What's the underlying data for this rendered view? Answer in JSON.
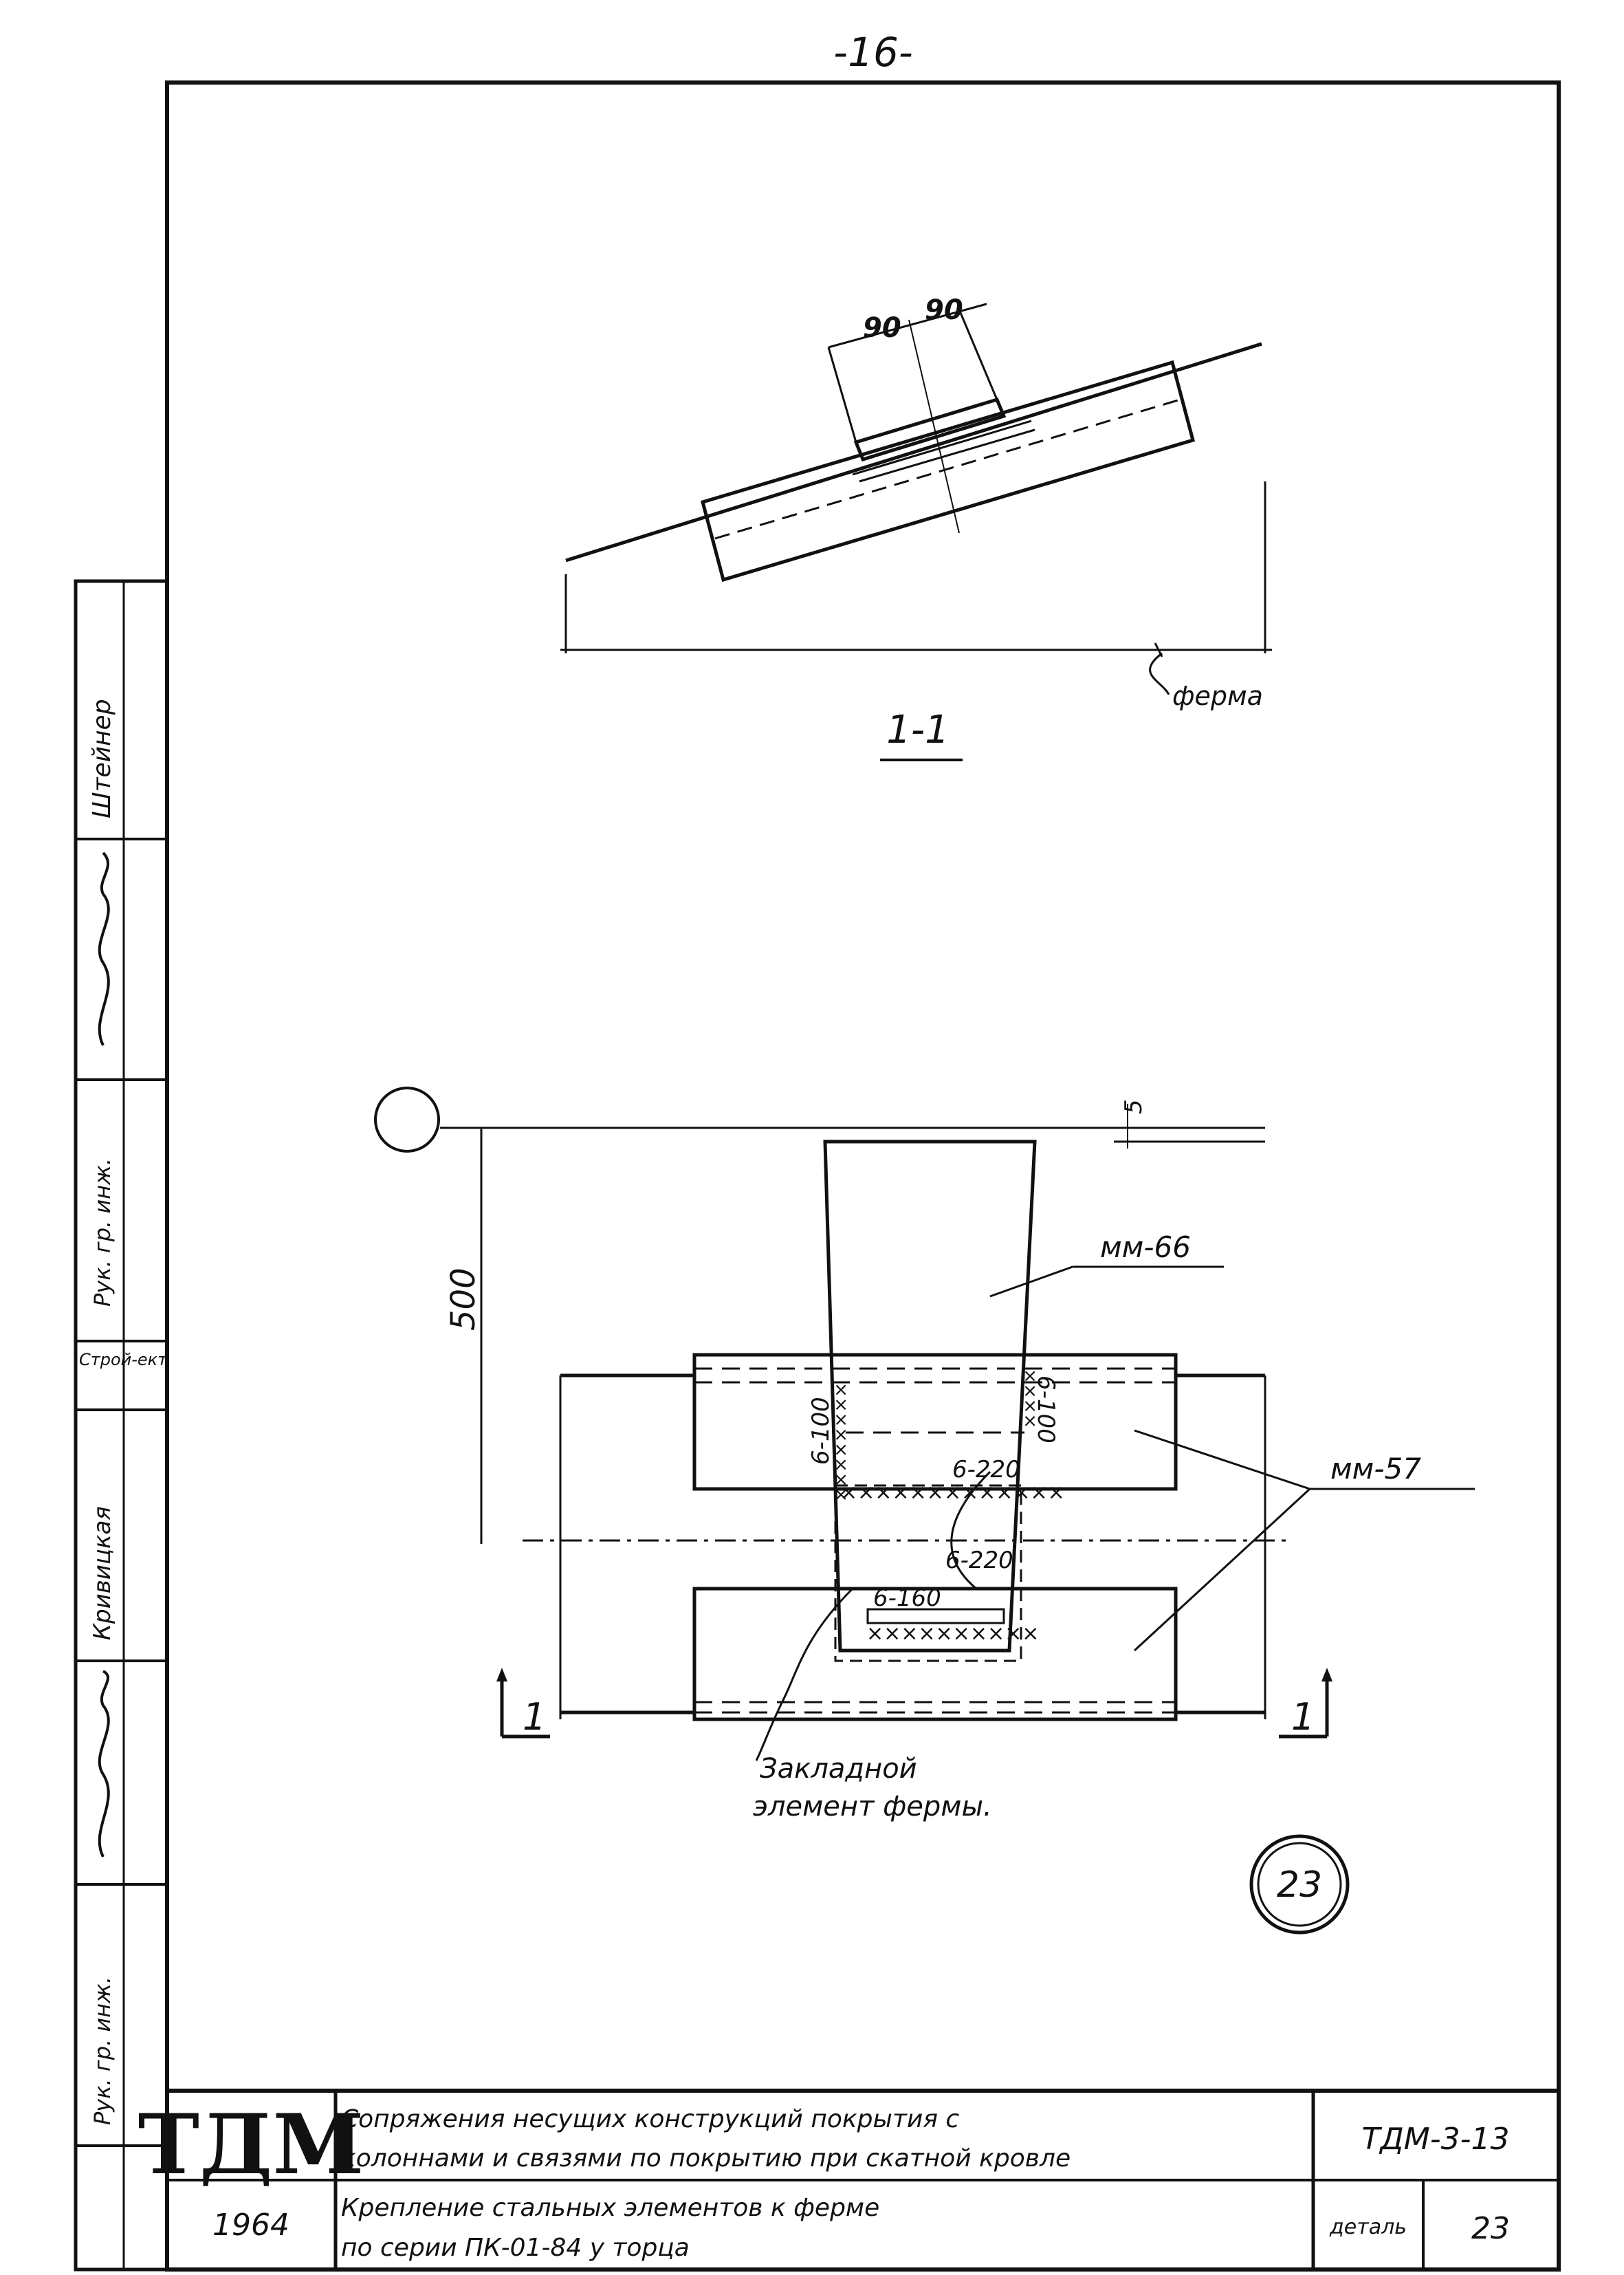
{
  "page_number": "-16-",
  "section_label": "1-1",
  "section_view": {
    "dim_left": "90",
    "dim_right": "90",
    "label_ferma": "ферма"
  },
  "plan_view": {
    "dim_height": "500",
    "dim_gap": "5",
    "label_mm66": "мм-66",
    "label_mm57": "мм-57",
    "weld_left": "6-100",
    "weld_right": "6-100",
    "weld_220a": "6-220",
    "weld_220b": "6-220",
    "weld_160": "6-160",
    "cut_left": "1",
    "cut_right": "1",
    "embed_line1": "Закладной",
    "embed_line2": "элемент фермы."
  },
  "detail_badge": "23",
  "side_stamp": {
    "cells": [
      "Штейнер",
      "Рук. гр. инж.",
      "Строй-ект",
      "Кривицкая",
      "Рук. гр. инж."
    ]
  },
  "title_block": {
    "logo": "ТДМ",
    "year": "1964",
    "title_line1": "Сопряжения несущих конструкций покрытия с",
    "title_line2": "колоннами и связями по покрытию при скатной кровле",
    "sub_line1": "Крепление стальных элементов к ферме",
    "sub_line2": "по серии ПК-01-84 у торца",
    "code": "ТДМ-3-13",
    "detail_label": "деталь",
    "detail_number": "23"
  }
}
